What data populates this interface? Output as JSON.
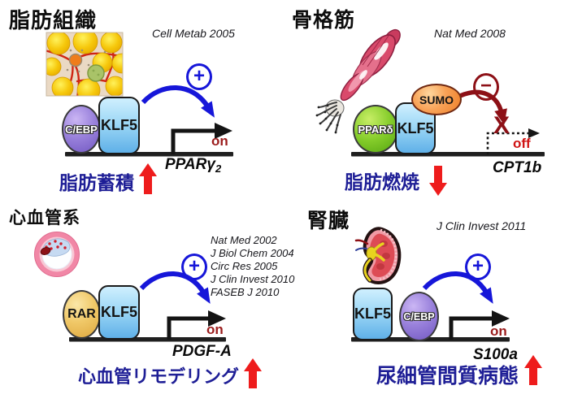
{
  "colors": {
    "activation_blue": "#1616d9",
    "repression_dark_red": "#8d1016",
    "on_label_red": "#9b1c1c",
    "off_label_red": "#d01414",
    "outcome_navy": "#1e1e96",
    "trend_arrow_red": "#ee1c1c"
  },
  "icons": {
    "adipose": "adipose-tissue-micrograph",
    "muscle": "skeletal-muscle-arm",
    "cardio": "blood-vessel-cross-section",
    "kidney": "kidney"
  },
  "panels": {
    "adipose": {
      "title": "脂肪組織",
      "citation": "Cell Metab 2005",
      "factor_left": "C/EBP",
      "factor_right": "KLF5",
      "sign": "+",
      "state": "on",
      "gene_main": "PPARγ",
      "gene_sub": "2",
      "outcome": "脂肪蓄積",
      "trend": "up"
    },
    "muscle": {
      "title": "骨格筋",
      "citation": "Nat Med 2008",
      "factor_left": "PPARδ",
      "factor_right": "KLF5",
      "modifier": "SUMO",
      "sign": "−",
      "blocked_mark": "X",
      "state": "off",
      "gene": "CPT1b",
      "outcome": "脂肪燃焼",
      "trend": "down"
    },
    "cardio": {
      "title": "心血管系",
      "citations": [
        "Nat Med 2002",
        "J Biol Chem 2004",
        "Circ Res 2005",
        "J Clin Invest 2010",
        "FASEB J 2010"
      ],
      "factor_left": "RAR",
      "factor_right": "KLF5",
      "sign": "+",
      "state": "on",
      "gene": "PDGF-A",
      "outcome": "心血管リモデリング",
      "trend": "up"
    },
    "kidney": {
      "title": "腎臓",
      "citation": "J Clin Invest 2011",
      "factor_left": "KLF5",
      "factor_right": "C/EBP",
      "sign": "+",
      "state": "on",
      "gene": "S100a",
      "outcome": "尿細管間質病態",
      "trend": "up"
    }
  }
}
